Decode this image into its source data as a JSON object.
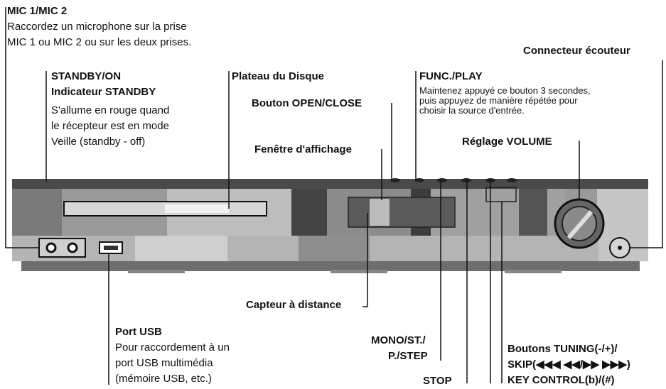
{
  "labels": {
    "mic_title": "MIC 1/MIC 2",
    "mic_desc1": "Raccordez un microphone sur la prise",
    "mic_desc2": "MIC 1 ou MIC 2 ou sur les deux prises.",
    "headphone": "Connecteur écouteur",
    "standby_title": "STANDBY/ON",
    "standby_sub": "Indicateur STANDBY",
    "standby_desc1": "S'allume en rouge quand",
    "standby_desc2": "le récepteur est en mode",
    "standby_desc3": "Veille (standby - off)",
    "disc_tray": "Plateau du Disque",
    "open_close": "Bouton OPEN/CLOSE",
    "func_title": "FUNC./PLAY",
    "func_desc1": "Maintenez appuyé ce bouton 3 secondes,",
    "func_desc2": "puis appuyez de manière répétée pour",
    "func_desc3": "choisir la source d'entrée.",
    "display_window": "Fenêtre d'affichage",
    "volume": "Réglage VOLUME",
    "remote_sensor": "Capteur à distance",
    "usb_title": "Port USB",
    "usb_desc1": "Pour raccordement à un",
    "usb_desc2": "port USB multimédia",
    "usb_desc3": "(mémoire USB, etc.)",
    "mono_line1": "MONO/ST./",
    "mono_line2": "P./STEP",
    "stop": "STOP",
    "tuning_line1": "Boutons TUNING(-/+)/",
    "tuning_line2": "SKIP(◀◀◀ ◀◀/▶▶ ▶▶▶)",
    "tuning_line3": "KEY CONTROL(b)/(#)"
  }
}
